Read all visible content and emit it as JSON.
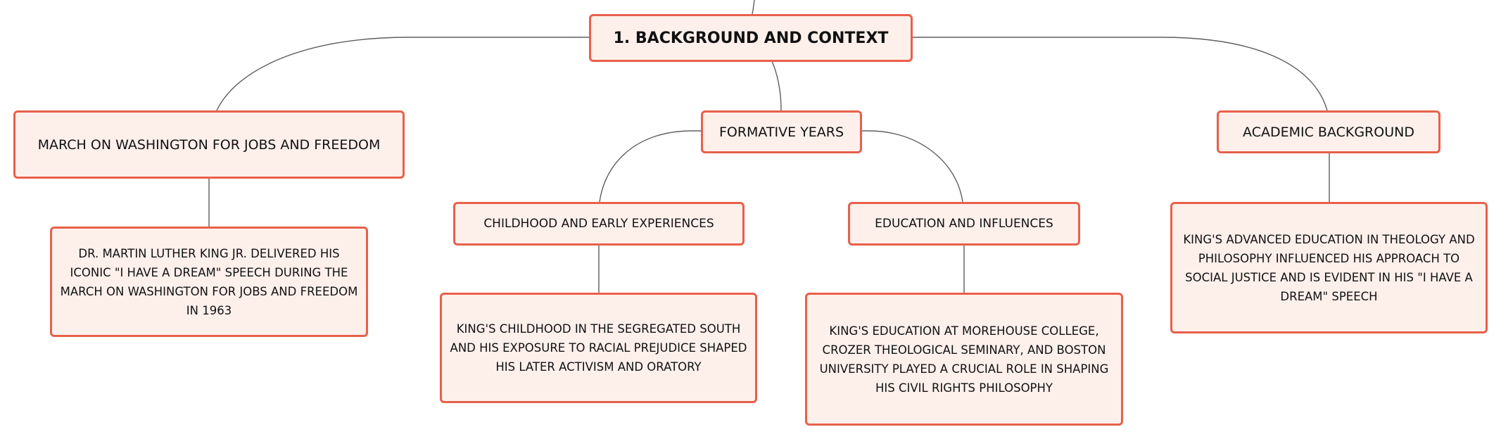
{
  "diagram": {
    "root": {
      "label": "1. BACKGROUND AND CONTEXT"
    },
    "topics": {
      "march": {
        "label": "MARCH ON WASHINGTON FOR JOBS AND FREEDOM",
        "detail": "DR. MARTIN LUTHER KING JR. DELIVERED HIS ICONIC \"I HAVE A DREAM\" SPEECH DURING THE MARCH ON WASHINGTON FOR JOBS AND FREEDOM IN 1963"
      },
      "formative": {
        "label": "FORMATIVE YEARS",
        "children": {
          "childhood": {
            "label": "CHILDHOOD AND EARLY EXPERIENCES",
            "detail": "KING'S CHILDHOOD IN THE SEGREGATED SOUTH AND HIS EXPOSURE TO RACIAL PREJUDICE SHAPED HIS LATER ACTIVISM AND ORATORY"
          },
          "education": {
            "label": "EDUCATION AND INFLUENCES",
            "detail": "KING'S EDUCATION AT MOREHOUSE COLLEGE, CROZER THEOLOGICAL SEMINARY, AND BOSTON UNIVERSITY PLAYED A CRUCIAL ROLE IN SHAPING HIS CIVIL RIGHTS PHILOSOPHY"
          }
        }
      },
      "academic": {
        "label": "ACADEMIC BACKGROUND",
        "detail": "KING'S ADVANCED EDUCATION IN THEOLOGY AND PHILOSOPHY INFLUENCED HIS APPROACH TO SOCIAL JUSTICE AND IS EVIDENT IN HIS \"I HAVE A DREAM\" SPEECH"
      }
    },
    "colors": {
      "node_border": "#e8604b",
      "node_fill": "#fdf0eb",
      "connector": "#5e5e5e",
      "text": "#111111"
    }
  }
}
